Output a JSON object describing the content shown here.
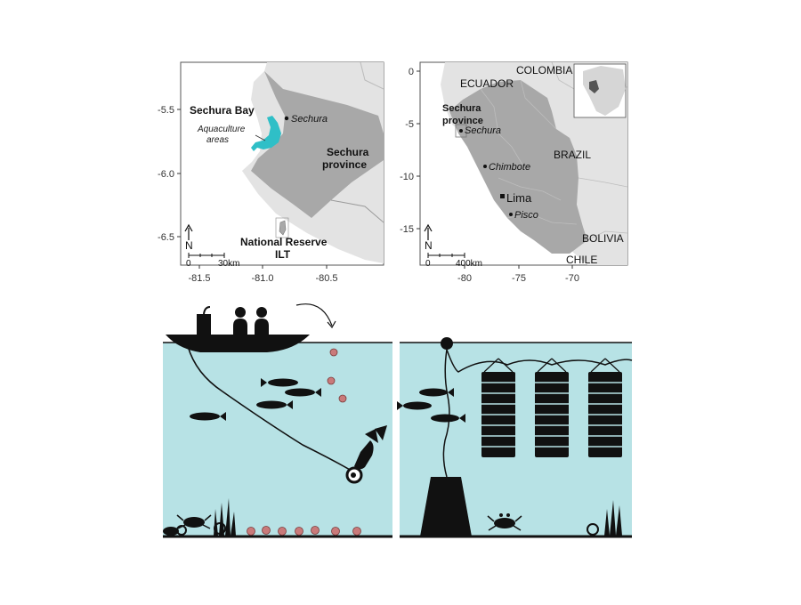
{
  "left_map": {
    "labels": {
      "bay": "Sechura Bay",
      "aquaculture": "Aquaculture\nareas",
      "town": "Sechura",
      "province": "Sechura\nprovince",
      "reserve": "National Reserve\nILT"
    },
    "y_ticks": [
      "-5.5",
      "-6.0",
      "-6.5"
    ],
    "x_ticks": [
      "-81.5",
      "-81.0",
      "-80.5"
    ],
    "north": "N",
    "scale_start": "0",
    "scale_end": "30km"
  },
  "right_map": {
    "labels": {
      "colombia": "COLOMBIA",
      "ecuador": "ECUADOR",
      "province": "Sechura\nprovince",
      "sechura": "Sechura",
      "brazil": "BRAZIL",
      "chimbote": "Chimbote",
      "lima": "Lima",
      "pisco": "Pisco",
      "bolivia": "BOLIVIA",
      "chile": "CHILE"
    },
    "y_ticks": [
      "0",
      "-5",
      "-10",
      "-15"
    ],
    "x_ticks": [
      "-80",
      "-75",
      "-70"
    ],
    "north": "N",
    "scale_start": "0",
    "scale_end": "400km"
  },
  "colors": {
    "land_light": "#e6e6e6",
    "land_dark": "#a9a9a9",
    "sea": "#ffffff",
    "aquaculture": "#2fbfc7",
    "water": "#b7e2e5",
    "silhouette": "#111111",
    "scallop": "#c97a7a"
  },
  "icons": [
    "boat-icon",
    "fishermen-icon",
    "diver-icon",
    "fish-icon",
    "crab-icon",
    "seaweed-icon",
    "snail-icon",
    "buoy-icon",
    "lantern-net-icon",
    "anchor-block-icon",
    "arrow-icon"
  ]
}
